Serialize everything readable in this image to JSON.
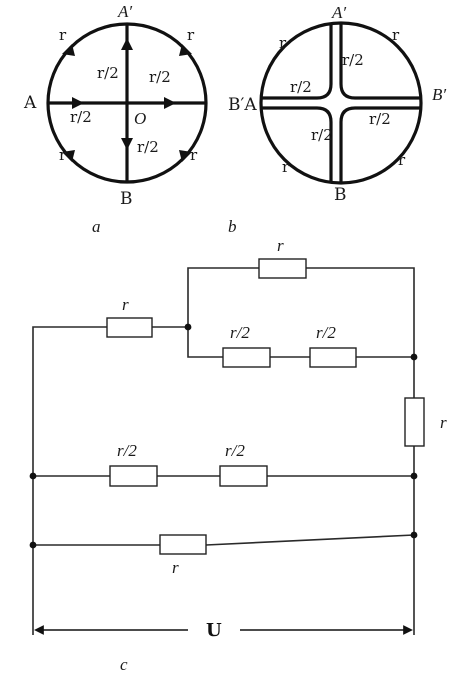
{
  "diagram_a": {
    "caption": "a",
    "label_top": "A′",
    "label_left": "A",
    "label_bottom": "B",
    "label_center": "O",
    "arc_labels": [
      "r",
      "r",
      "r",
      "r"
    ],
    "half_labels": [
      "r/2",
      "r/2",
      "r/2",
      "r/2"
    ]
  },
  "diagram_b": {
    "caption": "b",
    "label_top": "A′",
    "label_left": "B′A",
    "label_right": "B′",
    "label_bottom": "B",
    "arc_labels": [
      "r",
      "r",
      "r",
      "r"
    ],
    "half_labels": [
      "r/2",
      "r/2",
      "r/2",
      "r/2"
    ]
  },
  "diagram_c": {
    "caption": "c",
    "voltage_label": "U",
    "resistor_labels": {
      "left_series": "r",
      "top": "r",
      "mid_upper_1": "r/2",
      "mid_upper_2": "r/2",
      "right_vertical": "r",
      "middle_1": "r/2",
      "middle_2": "r/2",
      "bottom": "r"
    }
  }
}
